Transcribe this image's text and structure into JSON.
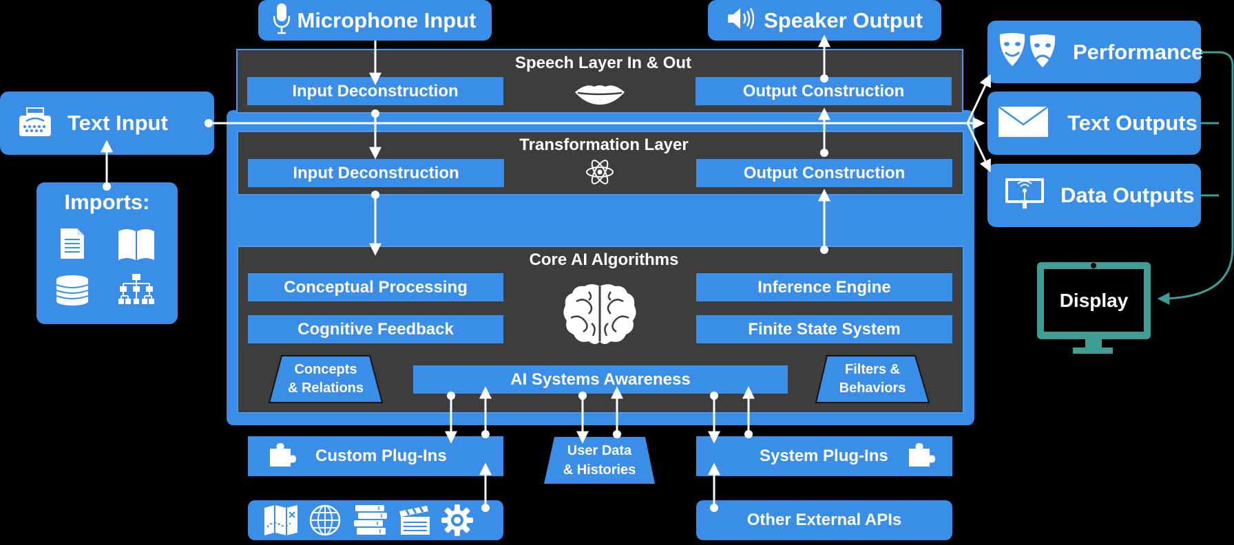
{
  "colors": {
    "accent": "#3a8ee8",
    "layer_bg": "#3d3d3d",
    "display": "#3f9d93"
  },
  "top": {
    "microphone": "Microphone Input",
    "speaker": "Speaker Output"
  },
  "speech_layer": {
    "title": "Speech Layer In & Out",
    "input": "Input Deconstruction",
    "output": "Output Construction"
  },
  "transformation_layer": {
    "title": "Transformation Layer",
    "input": "Input Deconstruction",
    "output": "Output Construction"
  },
  "core": {
    "title": "Core AI Algorithms",
    "conceptual": "Conceptual Processing",
    "inference": "Inference Engine",
    "cognitive": "Cognitive Feedback",
    "finite": "Finite State System",
    "concepts_1": "Concepts",
    "concepts_2": "& Relations",
    "awareness": "AI Systems Awareness",
    "filters_1": "Filters &",
    "filters_2": "Behaviors"
  },
  "left": {
    "text_input": "Text Input",
    "imports": "Imports:"
  },
  "outputs": {
    "performance": "Performance",
    "text": "Text Outputs",
    "data": "Data Outputs",
    "display": "Display"
  },
  "bottom": {
    "custom": "Custom Plug-Ins",
    "user_1": "User Data",
    "user_2": "& Histories",
    "system": "System Plug-Ins",
    "apis": "Other External APIs"
  },
  "icons": [
    "microphone-icon",
    "speaker-icon",
    "lips-icon",
    "atom-icon",
    "brain-icon",
    "typewriter-icon",
    "document-icon",
    "book-icon",
    "database-icon",
    "org-chart-icon",
    "theater-masks-icon",
    "envelope-icon",
    "monitor-signal-icon",
    "puzzle-icon",
    "map-icon",
    "globe-icon",
    "books-icon",
    "clapperboard-icon",
    "gear-icon",
    "display-monitor-icon"
  ]
}
